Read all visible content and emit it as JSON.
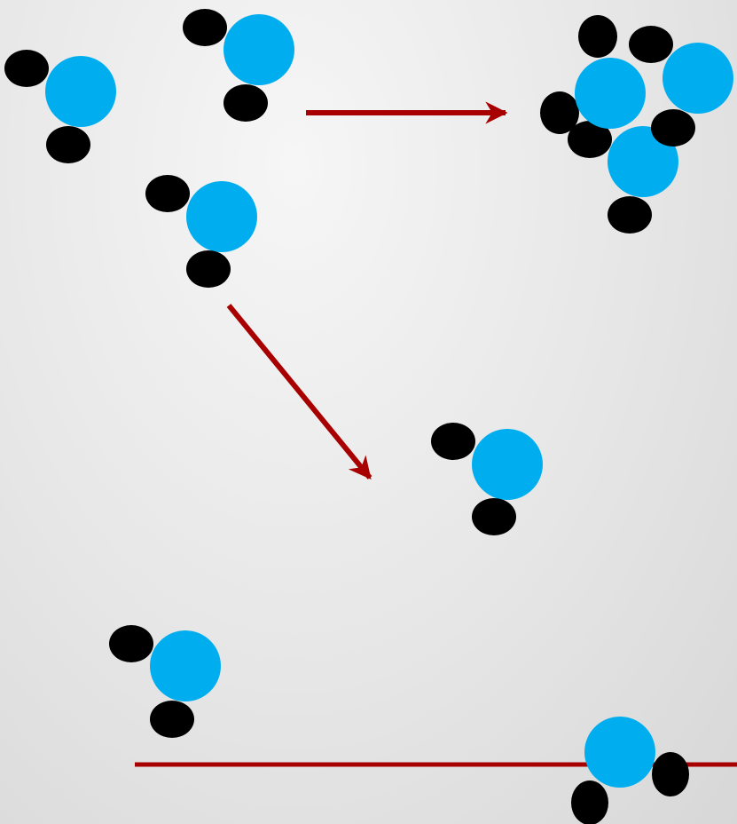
{
  "colors": {
    "background": "#e4e4e4",
    "oxygen_atom": "#00AEEF",
    "hydrogen_atom": "#000000",
    "arrow": "#A80000",
    "surface_line": "#A80000"
  },
  "elements": {
    "molecule_type": "water-molecule",
    "large_atom": "oxygen-atom",
    "small_atom": "hydrogen-atom"
  }
}
